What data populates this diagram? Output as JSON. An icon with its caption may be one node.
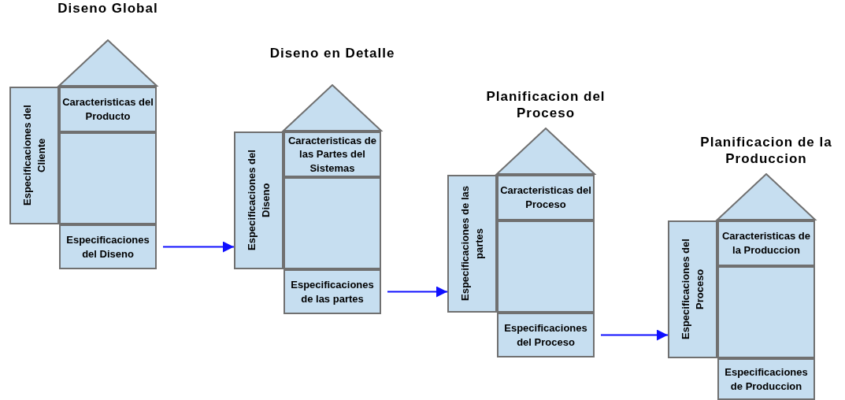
{
  "diagram": {
    "nodes": [
      {
        "text": [
          "Diseno Global"
        ]
      },
      {
        "text": [
          "Especificaciones del Cliente"
        ]
      },
      {
        "text": [
          "Caracteristicas del Producto"
        ]
      },
      {
        "text": [],
        "shape": "box"
      },
      {
        "text": [
          "Especificaciones del Diseno"
        ]
      },
      {
        "text": [
          "Diseno en Detalle"
        ]
      },
      {
        "text": [
          "Especificaciones del Diseno"
        ]
      },
      {
        "text": [
          "Caracteristicas de las Partes del Sistemas"
        ]
      },
      {
        "text": [],
        "shape": "box"
      },
      {
        "text": [
          "Especificaciones de las partes"
        ]
      },
      {
        "text": [
          "Planificacion del Proceso"
        ]
      },
      {
        "text": [
          "Especificaciones de las partes"
        ]
      },
      {
        "text": [
          "Caracteristicas del Proceso"
        ]
      },
      {
        "text": [],
        "shape": "box"
      },
      {
        "text": [
          "Especificaciones del Proceso"
        ]
      },
      {
        "text": [
          "Planificacion de la Produccion"
        ]
      },
      {
        "text": [
          "Especificaciones del Proceso"
        ]
      },
      {
        "text": [
          "Caracteristicas de la Produccion"
        ]
      },
      {
        "text": [],
        "shape": "box"
      },
      {
        "text": [
          "Especificaciones de Produccion"
        ]
      }
    ],
    "edges": [
      {
        "from": 4,
        "to": 6,
        "arrow": "to"
      },
      {
        "from": 9,
        "to": 11,
        "arrow": "to"
      },
      {
        "from": 14,
        "to": 16,
        "arrow": "to"
      }
    ]
  }
}
